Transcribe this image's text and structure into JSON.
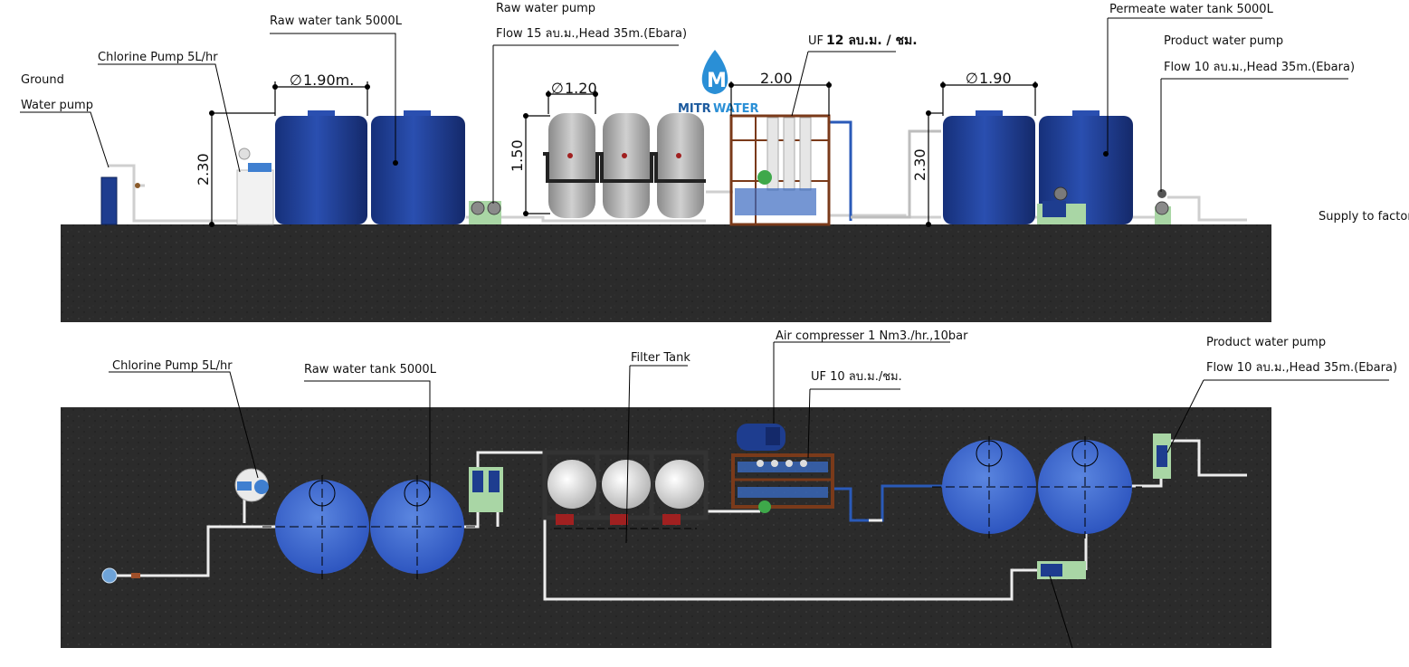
{
  "labels": {
    "ground_water_pump_line1": "Ground",
    "ground_water_pump_line2": "Water pump",
    "chlorine_pump_top": "Chlorine Pump 5L/hr",
    "raw_water_tank_top": "Raw water tank 5000L",
    "raw_water_pump_title": "Raw water pump",
    "raw_water_pump_spec": "Flow 15 ลบ.ม.,Head 35m.(Ebara)",
    "uf_top_prefix": "UF",
    "uf_top_value": "12 ลบ.ม. / ชม.",
    "permeate_tank": "Permeate water tank 5000L",
    "product_pump_top_title": "Product water pump",
    "product_pump_top_spec": "Flow 10 ลบ.ม.,Head 35m.(Ebara)",
    "supply_to_factory": "Supply to factory",
    "chlorine_pump_bottom": "Chlorine Pump 5L/hr",
    "raw_water_tank_bottom": "Raw water tank 5000L",
    "filter_tank": "Filter Tank",
    "air_compressor": "Air compresser 1 Nm3./hr.,10bar",
    "uf_bottom": "UF 10 ลบ.ม./ชม.",
    "product_pump_bottom_title": "Product water pump",
    "product_pump_bottom_spec": "Flow 10 ลบ.ม.,Head 35m.(Ebara)"
  },
  "dimensions": {
    "raw_tank_diameter": "1.90m.",
    "raw_tank_height": "2.30",
    "filter_diameter": "1.20",
    "filter_height": "1.50",
    "uf_skid_width": "2.00",
    "permeate_tank_diameter": "1.90",
    "permeate_tank_height": "2.30",
    "diameter_symbol": "∅"
  },
  "logo": {
    "brand_mitr": "MITR",
    "brand_water": "WATER"
  },
  "colors": {
    "tank_blue": "#1f3f9a",
    "tank_top_blue": "#4a78d6",
    "ground": "#2a2a2a",
    "pipe": "#e8e8e8",
    "filter_grey": "#a9a9a9",
    "pump_green": "#a9d6a5",
    "uf_brown": "#7a3a1a",
    "logo_blue": "#2a8fd6"
  }
}
